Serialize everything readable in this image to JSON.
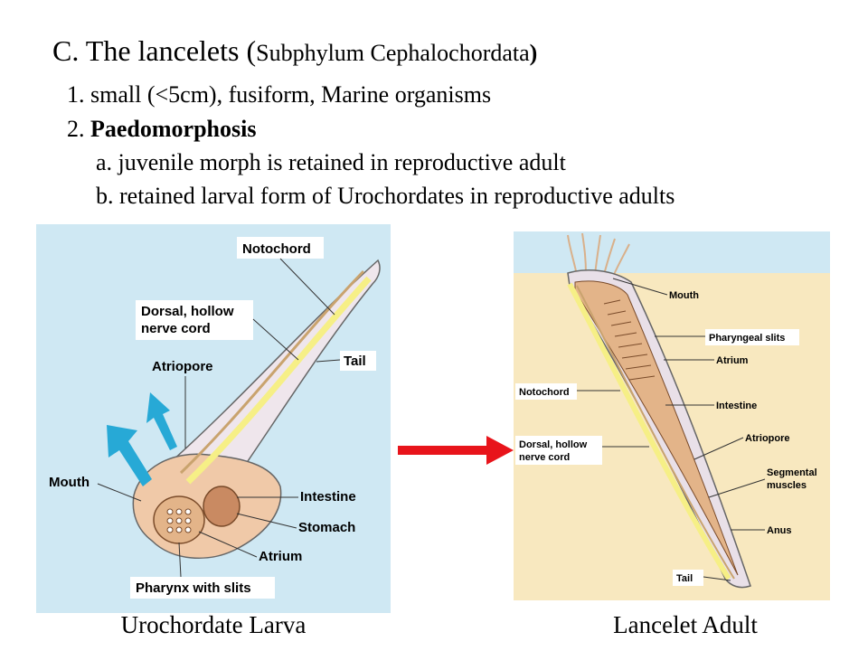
{
  "heading": {
    "prefix": "C. The lancelets ",
    "open_paren": "(",
    "sub": "Subphylum Cephalochordata",
    "close_paren": ")"
  },
  "points": {
    "p1": "1. small (<5cm), fusiform,  Marine organisms",
    "p2_num": "2. ",
    "p2_bold": "Paedomorphosis",
    "p2a": "a. juvenile morph is retained in reproductive adult",
    "p2b": "b. retained larval form of Urochordates in reproductive adults"
  },
  "larva_labels": {
    "notochord": "Notochord",
    "nerve_cord_1": "Dorsal, hollow",
    "nerve_cord_2": "nerve cord",
    "tail": "Tail",
    "atriopore": "Atriopore",
    "mouth": "Mouth",
    "intestine": "Intestine",
    "stomach": "Stomach",
    "atrium": "Atrium",
    "pharynx": "Pharynx with slits"
  },
  "adult_labels": {
    "mouth": "Mouth",
    "pharyngeal_slits": "Pharyngeal slits",
    "atrium": "Atrium",
    "notochord": "Notochord",
    "intestine": "Intestine",
    "atriopore": "Atriopore",
    "nerve_cord_1": "Dorsal, hollow",
    "nerve_cord_2": "nerve cord",
    "segmental_1": "Segmental",
    "segmental_2": "muscles",
    "anus": "Anus",
    "tail": "Tail"
  },
  "captions": {
    "left": "Urochordate Larva",
    "right": "Lancelet Adult"
  },
  "colors": {
    "larva_bg": "#cfe8f3",
    "adult_water": "#cfe8f3",
    "adult_sand": "#f8e8bf",
    "body": "#f0c9a8",
    "notochord": "#f6ef86",
    "arrow": "#e8141b",
    "water_arrow": "#27a9d6"
  }
}
